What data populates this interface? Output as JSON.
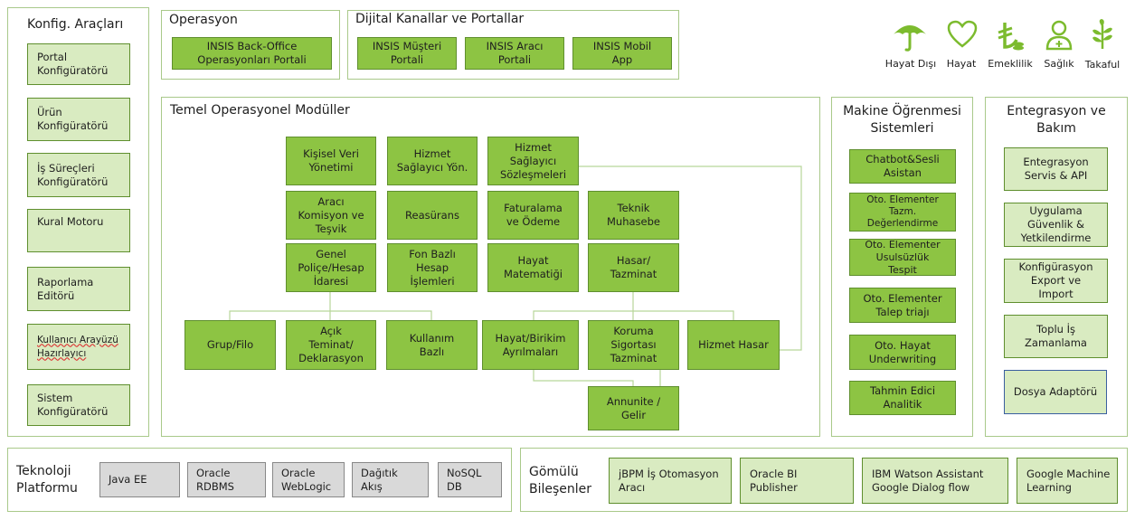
{
  "konfig": {
    "title": "Konfig. Araçları",
    "items": [
      "Portal\nKonfigüratörü",
      "Ürün\nKonfigüratörü",
      "İş Süreçleri\nKonfigüratörü",
      "Kural Motoru",
      "Raporlama\nEditörü",
      "Kullanıcı Arayüzü\nHazırlayıcı",
      "Sistem\nKonfigüratörü"
    ]
  },
  "operasyon": {
    "title": "Operasyon",
    "items": [
      "INSIS Back-Office\nOperasyonları Portali"
    ]
  },
  "dijital": {
    "title": "Dijital Kanallar ve Portallar",
    "items": [
      "INSIS Müşteri\nPortali",
      "INSIS Aracı\nPortali",
      "INSIS Mobil\nApp"
    ]
  },
  "products": [
    {
      "label": "Hayat Dışı",
      "icon": "umbrella-icon"
    },
    {
      "label": "Hayat",
      "icon": "heart-icon"
    },
    {
      "label": "Emeklilik",
      "icon": "lira-coins-icon"
    },
    {
      "label": "Sağlık",
      "icon": "doctor-icon"
    },
    {
      "label": "Takaful",
      "icon": "plant-icon"
    }
  ],
  "temel": {
    "title": "Temel Operasyonel Modüller",
    "modules": {
      "kisisel": "Kişisel Veri\nYönetimi",
      "hizmet_yon": "Hizmet\nSağlayıcı Yön.",
      "hizmet_soz": "Hizmet\nSağlayıcı\nSözleşmeleri",
      "araci": "Aracı\nKomisyon ve\nTeşvik",
      "reasurans": "Reasürans",
      "faturalama": "Faturalama\nve Ödeme",
      "teknik": "Teknik\nMuhasebe",
      "genel": "Genel\nPoliçe/Hesap\nİdaresi",
      "fon": "Fon Bazlı\nHesap\nİşlemleri",
      "hayat_mat": "Hayat\nMatematiği",
      "hasar": "Hasar/\nTazminat",
      "grup": "Grup/Filo",
      "acik": "Açık\nTeminat/\nDeklarasyon",
      "kullanim": "Kullanım\nBazlı",
      "hayat_birikim": "Hayat/Birikim\nAyrılmaları",
      "koruma": "Koruma\nSigortası\nTazminat",
      "hizmet_hasar": "Hizmet Hasar",
      "annunite": "Annunite /\nGelir"
    }
  },
  "makine": {
    "title": "Makine Öğrenmesi\nSistemleri",
    "items": [
      "Chatbot&Sesli\nAsistan",
      "Oto. Elementer\nTazm.\nDeğerlendirme",
      "Oto. Elementer\nUsulsüzlük\nTespit",
      "Oto. Elementer\nTalep triajı",
      "Oto. Hayat\nUnderwriting",
      "Tahmin Edici\nAnalitik"
    ]
  },
  "entegrasyon": {
    "title": "Entegrasyon ve\nBakım",
    "items": [
      "Entegrasyon\nServis & API",
      "Uygulama\nGüvenlik &\nYetkilendirme",
      "Konfigürasyon\nExport ve\nImport",
      "Toplu İş\nZamanlama",
      "Dosya Adaptörü"
    ]
  },
  "teknoloji": {
    "title": "Teknoloji\nPlatformu",
    "items": [
      "Java EE",
      "Oracle\nRDBMS",
      "Oracle\nWebLogic",
      "Dağıtık\nAkış",
      "NoSQL\nDB"
    ]
  },
  "gomulu": {
    "title": "Gömülü\nBileşenler",
    "items": [
      "jBPM İş Otomasyon\nAracı",
      "Oracle BI\nPublisher",
      "IBM Watson Assistant\nGoogle Dialog flow",
      "Google Machine\nLearning"
    ]
  },
  "colors": {
    "dark_green": "#8dc443",
    "light_green": "#d9ebc1",
    "border": "#a9c98a",
    "icon_green": "#7cbb2e",
    "gray": "#d9d9d9"
  }
}
